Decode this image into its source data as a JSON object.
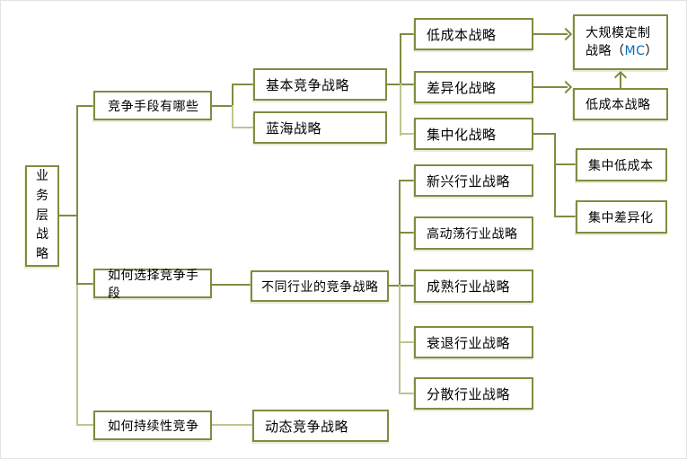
{
  "colors": {
    "line": "#7d8d41",
    "line_light": "#b9c78e",
    "box_border": "#7d8d41",
    "text": "#000000",
    "mc_text": "#0070c0",
    "background": "#ffffff"
  },
  "nodes": {
    "root": {
      "label": "业务层战略"
    },
    "b1": {
      "label": "竞争手段有哪些"
    },
    "b2": {
      "label": "如何选择竞争手段"
    },
    "b3": {
      "label": "如何持续性竞争"
    },
    "c1": {
      "label": "基本竞争战略"
    },
    "c2": {
      "label": "蓝海战略"
    },
    "c3": {
      "label": "不同行业的竞争战略"
    },
    "c4": {
      "label": "动态竞争战略"
    },
    "d1": {
      "label": "低成本战略"
    },
    "d2": {
      "label": "差异化战略"
    },
    "d3": {
      "label": "集中化战略"
    },
    "d4": {
      "label": "新兴行业战略"
    },
    "d5": {
      "label": "高动荡行业战略"
    },
    "d6": {
      "label": "成熟行业战略"
    },
    "d7": {
      "label": "衰退行业战略"
    },
    "d8": {
      "label": "分散行业战略"
    },
    "e1": {
      "line1": "大规模定制",
      "line2_pre": "战略（",
      "line2_mc": "MC",
      "line2_post": "）"
    },
    "e2": {
      "label": "低成本战略"
    },
    "e3": {
      "label": "集中低成本"
    },
    "e4": {
      "label": "集中差异化"
    }
  },
  "edges": [
    {
      "from": "业务层战略",
      "to": "竞争手段有哪些",
      "type": "line"
    },
    {
      "from": "业务层战略",
      "to": "如何选择竞争手段",
      "type": "line"
    },
    {
      "from": "业务层战略",
      "to": "如何持续性竞争",
      "type": "line"
    },
    {
      "from": "竞争手段有哪些",
      "to": "基本竞争战略",
      "type": "line"
    },
    {
      "from": "竞争手段有哪些",
      "to": "蓝海战略",
      "type": "line"
    },
    {
      "from": "基本竞争战略",
      "to": "低成本战略",
      "type": "line"
    },
    {
      "from": "基本竞争战略",
      "to": "差异化战略",
      "type": "line"
    },
    {
      "from": "基本竞争战略",
      "to": "集中化战略",
      "type": "line"
    },
    {
      "from": "低成本战略",
      "to": "大规模定制战略（MC）",
      "type": "arrow"
    },
    {
      "from": "差异化战略",
      "to": "低成本战略",
      "type": "arrow"
    },
    {
      "from": "低成本战略(右列)",
      "to": "大规模定制战略（MC）",
      "type": "arrow-up"
    },
    {
      "from": "集中化战略",
      "to": "集中低成本",
      "type": "line"
    },
    {
      "from": "集中化战略",
      "to": "集中差异化",
      "type": "line"
    },
    {
      "from": "如何选择竞争手段",
      "to": "不同行业的竞争战略",
      "type": "line"
    },
    {
      "from": "不同行业的竞争战略",
      "to": "新兴行业战略",
      "type": "line"
    },
    {
      "from": "不同行业的竞争战略",
      "to": "高动荡行业战略",
      "type": "line"
    },
    {
      "from": "不同行业的竞争战略",
      "to": "成熟行业战略",
      "type": "line"
    },
    {
      "from": "不同行业的竞争战略",
      "to": "衰退行业战略",
      "type": "line"
    },
    {
      "from": "不同行业的竞争战略",
      "to": "分散行业战略",
      "type": "line"
    },
    {
      "from": "如何持续性竞争",
      "to": "动态竞争战略",
      "type": "line"
    }
  ]
}
